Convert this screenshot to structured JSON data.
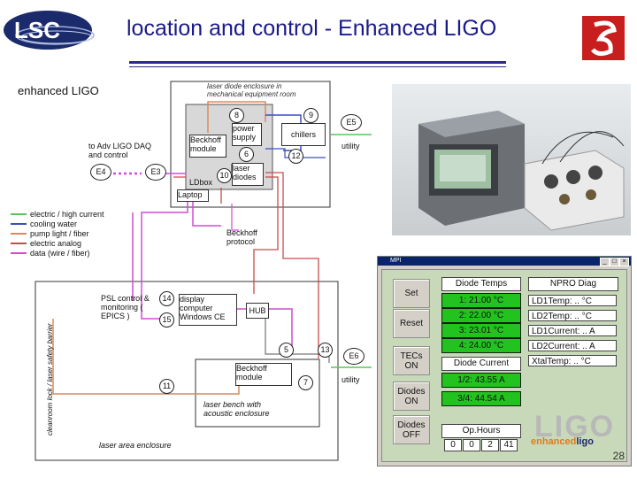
{
  "header": {
    "title": "location and control - Enhanced LIGO",
    "logo_text": "LSC"
  },
  "diagram": {
    "subtitle": "enhanced LIGO",
    "enclosure_label": "laser diode enclosure in mechanical equipment room",
    "ldbox_label": "LDbox",
    "beckhoff_module": "Beckhoff module",
    "power_supply": "power supply",
    "laser_diodes": "laser diodes",
    "chillers": "chillers",
    "laptop": "Laptop",
    "utility1": "utility",
    "utility2": "utility",
    "adv_ligo": "to Adv LIGO DAQ and control",
    "beckhoff_protocol": "Beckhoff protocol",
    "psl_control": "PSL control & monitoring ( EPICS )",
    "display_computer": "display computer Windows CE",
    "hub": "HUB",
    "beckhoff_module2": "Beckhoff module",
    "laser_bench": "laser bench with acoustic enclosure",
    "cleanroom": "cleanroom lock / laser safety barrier",
    "laser_area": "laser area enclosure",
    "numbers": {
      "n8": "8",
      "n9": "9",
      "n6": "6",
      "n10": "10",
      "n12": "12",
      "n14": "14",
      "n15": "15",
      "n5": "5",
      "n13": "13",
      "n7": "7",
      "n11": "11"
    },
    "e_labels": {
      "e5": "E5",
      "e4": "E4",
      "e3": "E3",
      "e6": "E6"
    },
    "legend": [
      {
        "label": "electric / high current",
        "color": "#5cc35c"
      },
      {
        "label": "cooling water",
        "color": "#3a4fc0"
      },
      {
        "label": "pump light / fiber",
        "color": "#d98a5a"
      },
      {
        "label": "electric analog",
        "color": "#c94a4a"
      },
      {
        "label": "data (wire / fiber)",
        "color": "#d24bd2"
      }
    ]
  },
  "panel": {
    "window_title": "MPI",
    "buttons": [
      "Set",
      "Reset",
      "TECs ON",
      "Diodes ON",
      "Diodes OFF"
    ],
    "diode_temps_header": "Diode Temps",
    "diode_temps": [
      "1: 21.00 °C",
      "2: 22.00 °C",
      "3: 23.01 °C",
      "4: 24.00 °C"
    ],
    "diode_current_header": "Diode Current",
    "diode_currents": [
      "1/2: 43.55 A",
      "3/4: 44.54 A"
    ],
    "ophours_header": "Op.Hours",
    "ophours": [
      "0",
      "0",
      "2",
      "41"
    ],
    "npro_header": "NPRO Diag",
    "npro_rows": [
      "LD1Temp: .. °C",
      "LD2Temp: .. °C",
      "LD1Current: .. A",
      "LD2Current: .. A",
      "XtalTemp: .. °C"
    ],
    "logo_big": "LIGO",
    "logo_small_1": "enhanced",
    "logo_small_2": "ligo"
  },
  "page_number": "28"
}
